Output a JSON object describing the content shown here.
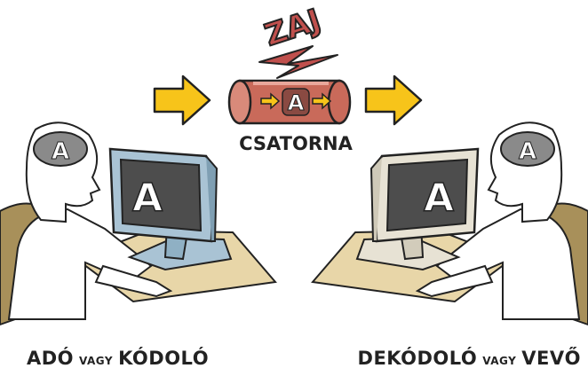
{
  "noise_label": "ZAJ",
  "channel_label": "CSATORNA",
  "message_letter": "A",
  "sender": {
    "role": "ADÓ",
    "conjunction": "VAGY",
    "alt_role": "KÓDOLÓ"
  },
  "receiver": {
    "role": "DEKÓDOLÓ",
    "conjunction": "VAGY",
    "alt_role": "VEVŐ"
  },
  "colors": {
    "arrow": "#f7c41a",
    "pipe": "#c96a5a",
    "noise": "#c0504d",
    "desk": "#e8d6a8",
    "chair": "#a8905a",
    "sender_monitor": "#a9c3d4",
    "receiver_monitor": "#e7e2d4",
    "screen": "#4d4d4d"
  }
}
